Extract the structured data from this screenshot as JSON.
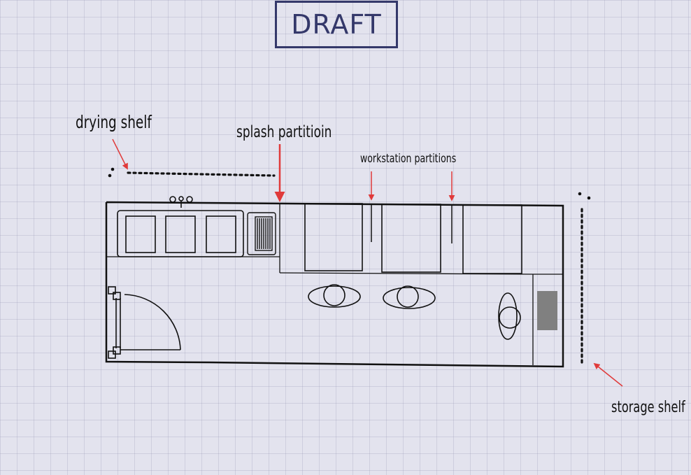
{
  "stamp": {
    "text": "DRAFT",
    "color": "#34386a"
  },
  "labels": {
    "drying_shelf": "drying shelf",
    "splash_partition": "splash partitioin",
    "workstation_partitions": "workstation partitions",
    "storage_shelf": "storage shelf"
  },
  "colors": {
    "background": "#e3e3ee",
    "grid": "#c4c4d6",
    "line": "#111111",
    "arrow": "#e03a3a",
    "storage_block": "#808080"
  }
}
